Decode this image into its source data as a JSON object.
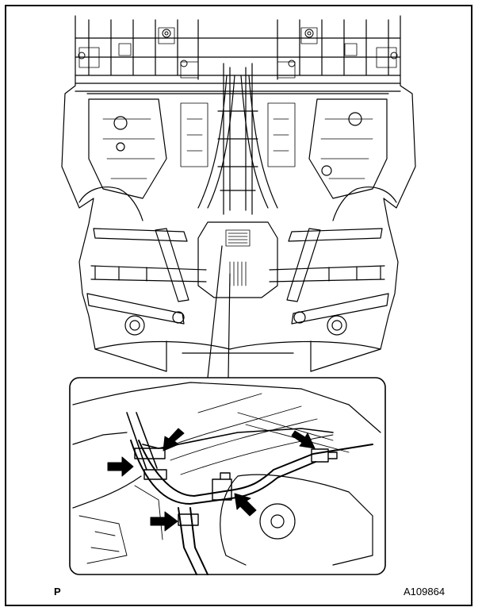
{
  "page_code": "P",
  "figure_id": "A109864",
  "colors": {
    "line": "#000000",
    "background": "#ffffff",
    "arrow": "#000000"
  },
  "icons": [
    "callout-arrow-icon",
    "leader-line"
  ],
  "callout_arrow_count": 5
}
